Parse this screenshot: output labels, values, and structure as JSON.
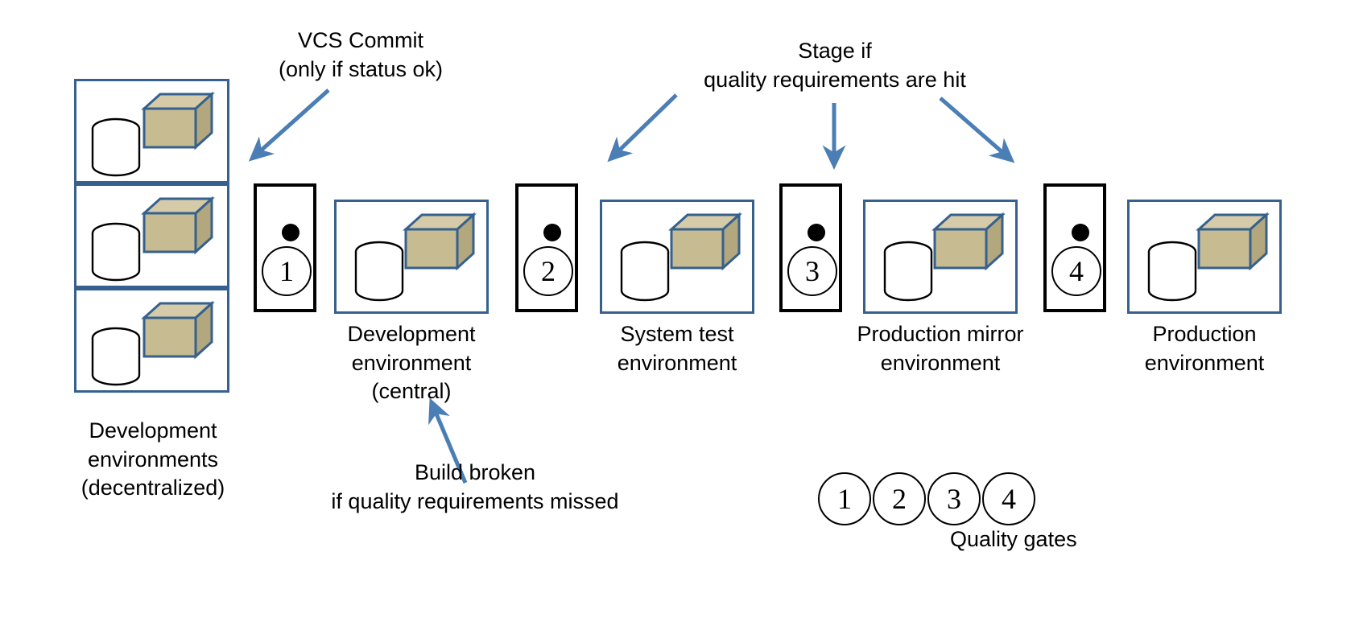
{
  "colors": {
    "env_border": "#36618E",
    "gate_border": "#000000",
    "arrow": "#4A7EB5",
    "cube_face": "#C7BB92",
    "cube_top": "#D5CBA8",
    "cube_side": "#B3A77E",
    "cube_outline": "#36618E",
    "text": "#000000",
    "background": "#FFFFFF"
  },
  "annotations": [
    {
      "id": "vcs-commit",
      "text": "VCS Commit\n(only if status ok)"
    },
    {
      "id": "stage-if",
      "text": "Stage if\nquality requirements are hit"
    },
    {
      "id": "build-broken",
      "text": "Build broken\nif quality requirements missed"
    }
  ],
  "environments": [
    {
      "id": "development-decentralized",
      "caption": "Development\nenvironments\n(decentralized)",
      "stacked": true,
      "cells": 3
    },
    {
      "id": "development-central",
      "caption": "Development\nenvironment\n(central)",
      "stacked": false,
      "cells": 1
    },
    {
      "id": "system-test",
      "caption": "System test\nenvironment",
      "stacked": false,
      "cells": 1
    },
    {
      "id": "production-mirror",
      "caption": "Production mirror\nenvironment",
      "stacked": false,
      "cells": 1
    },
    {
      "id": "production",
      "caption": "Production\nenvironment",
      "stacked": false,
      "cells": 1
    }
  ],
  "gates": [
    {
      "id": "gate-1",
      "number": "1"
    },
    {
      "id": "gate-2",
      "number": "2"
    },
    {
      "id": "gate-3",
      "number": "3"
    },
    {
      "id": "gate-4",
      "number": "4"
    }
  ],
  "legend": {
    "title": "Quality gates",
    "items": [
      "1",
      "2",
      "3",
      "4"
    ]
  },
  "icons": {
    "database": "database-cylinder-icon",
    "package": "package-cube-icon",
    "arrow": "arrow-icon"
  }
}
